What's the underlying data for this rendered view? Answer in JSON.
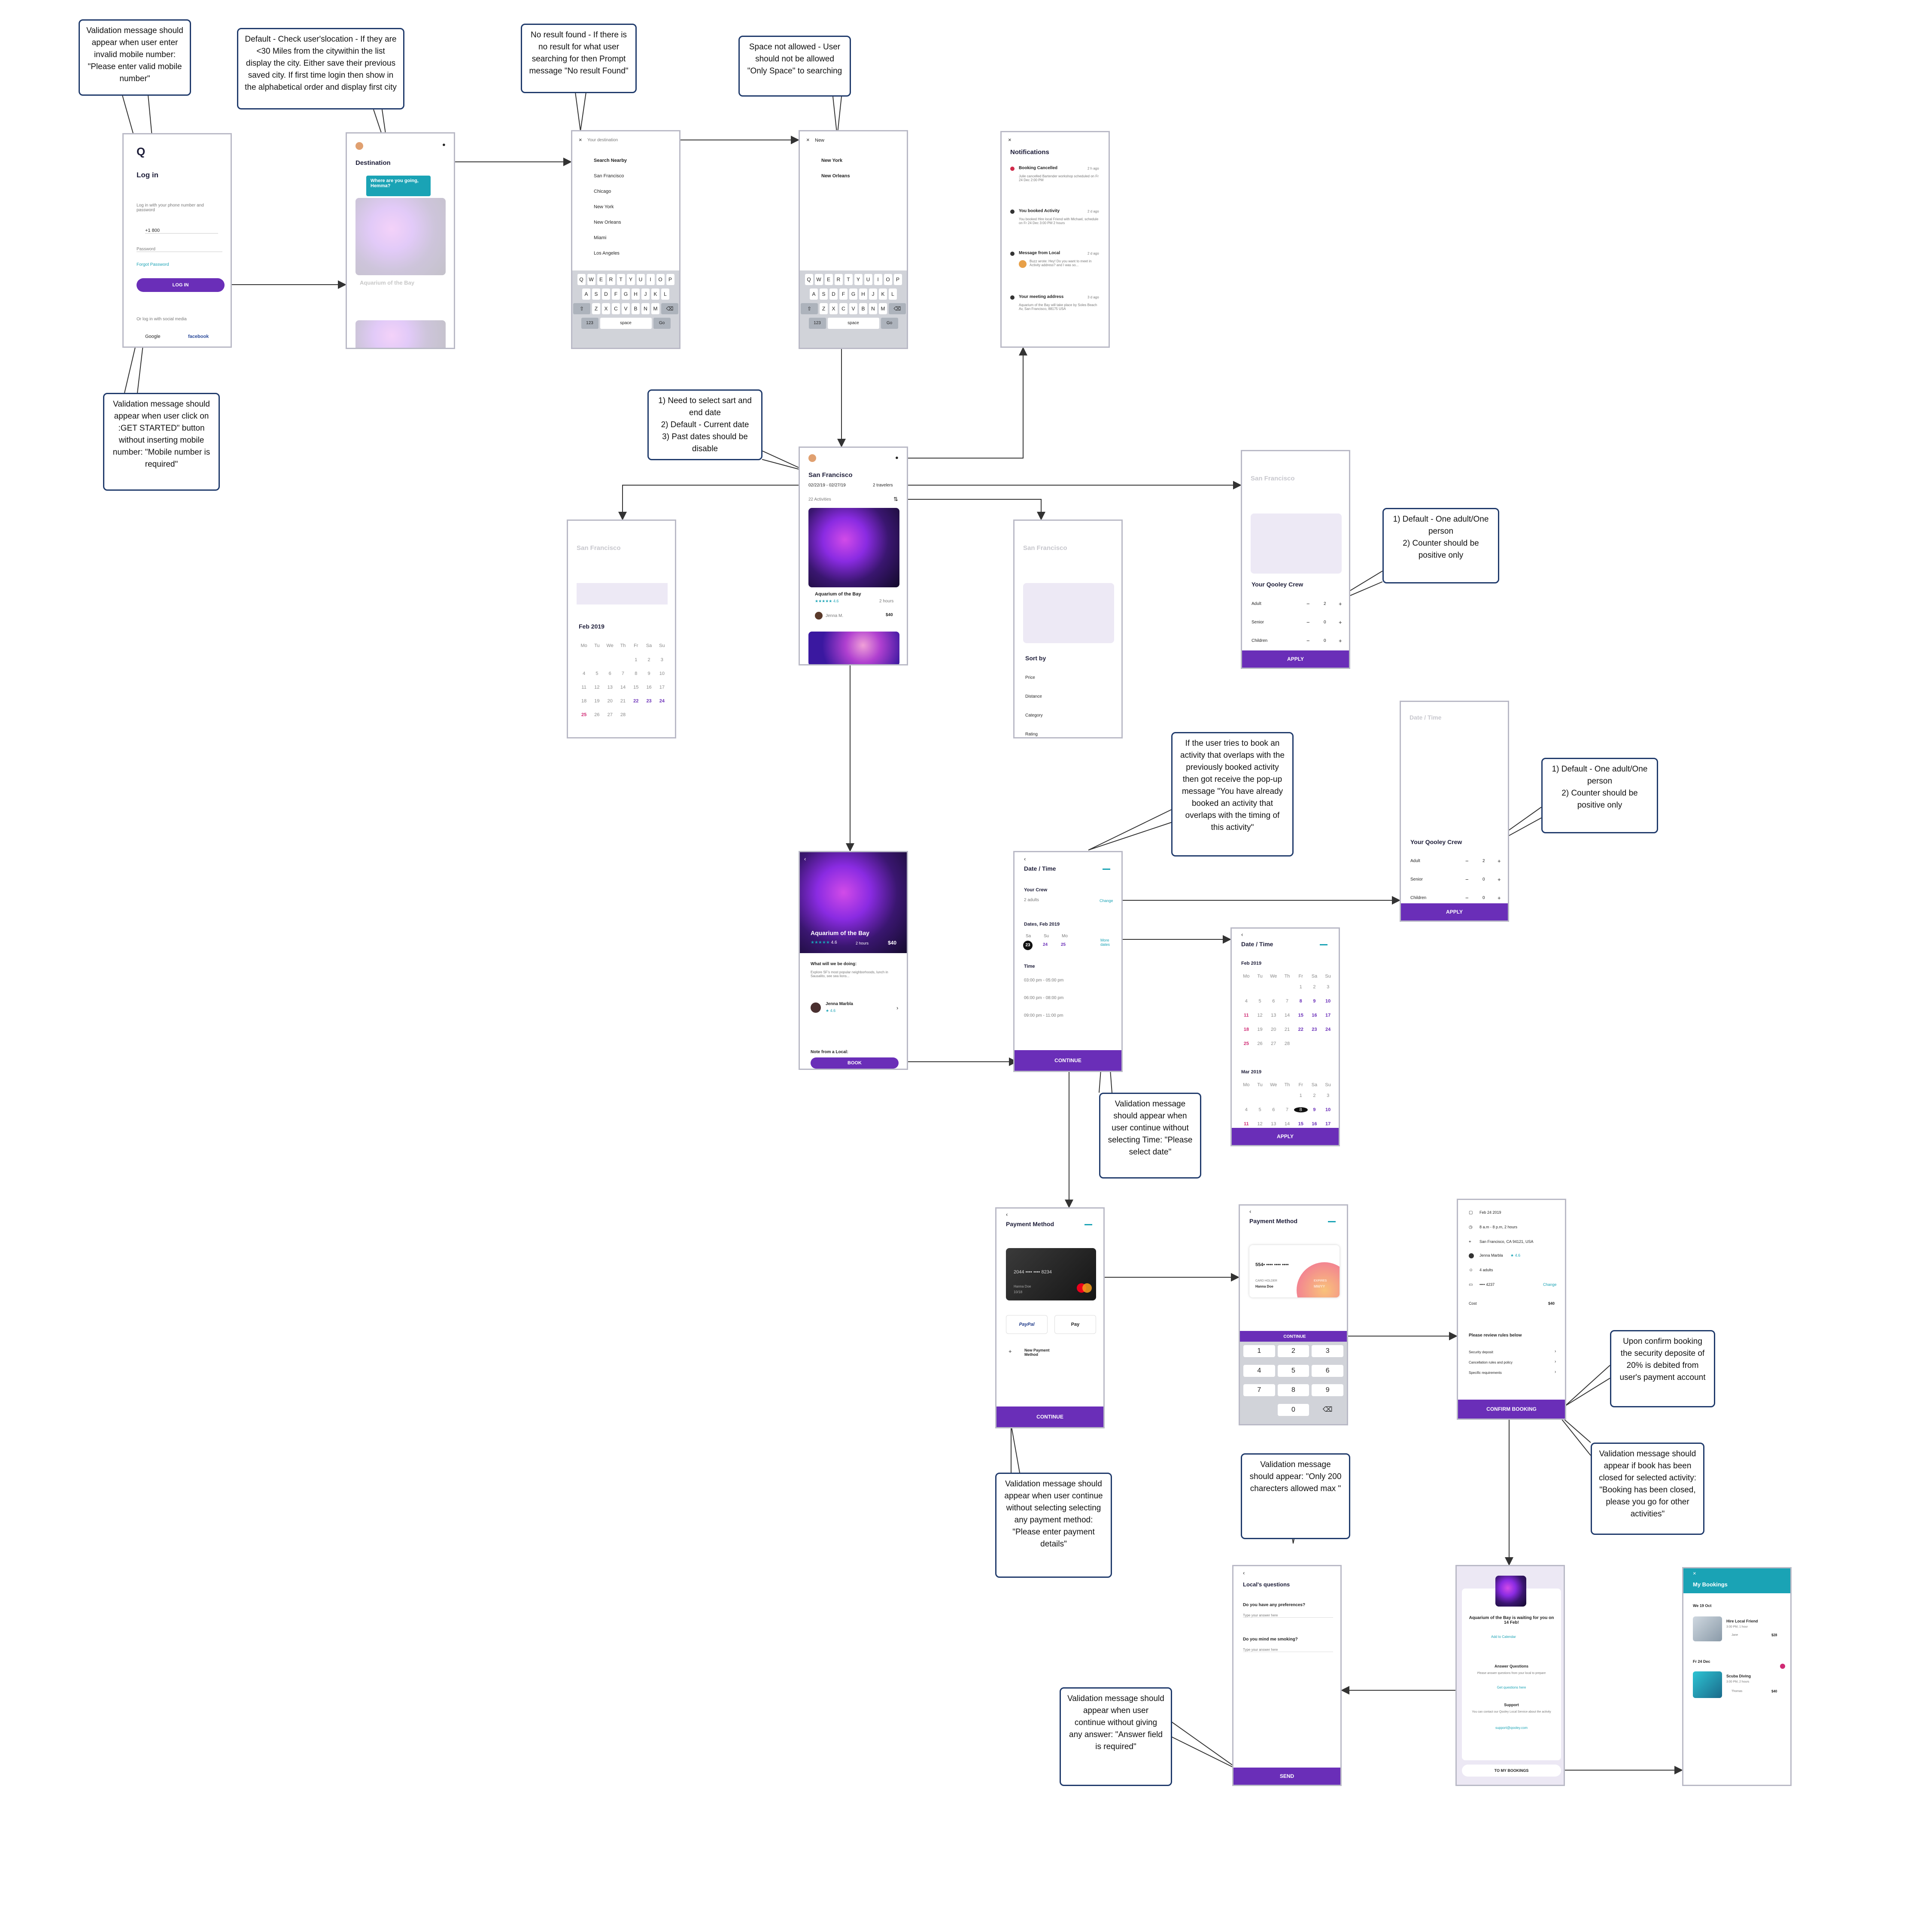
{
  "notes": {
    "n1": "Validation message should appear when user enter invalid mobile number: \"Please enter valid mobile number\"",
    "n2": "Default - Check user'slocation - If they are <30 Miles from the citywithin the list display the city. Either save their previous saved city. If first time login then show in the alphabetical order and display first city",
    "n3": "No result found - If there is no result for what user searching for then Prompt message \"No result Found\"",
    "n4": "Space not allowed - User should not be allowed \"Only Space\" to searching",
    "n5": "Validation message should appear when user click on :GET STARTED\" button without inserting mobile number: \"Mobile number is required\"",
    "n6": "1) Need to select sart and end date\n2)  Default - Current date\n3) Past dates should be disable",
    "n7": "1) Default - One adult/One person\n2) Counter should be positive only",
    "n8": "If the user tries to book an activity that overlaps with the previously booked activity then got receive the pop-up message \"You have already booked an activity that overlaps with the timing of this activity\"",
    "n9": "1) Default - One adult/One person\n2) Counter should be positive only",
    "n10": "Validation message should appear when user continue without selecting Time: \"Please select date\"",
    "n11": "Upon confirm booking the security deposite of 20% is debited from user's payment account",
    "n12": "Validation message should appear if book has been closed for selected activity: \"Booking has been closed, please you go for other activities\"",
    "n13": "Validation message should appear when user continue without selecting selecting any payment method: \"Please enter payment details\"",
    "n14": "Validation message should appear: \"Only 200 charecters allowed max  \"",
    "n15": "Validation message should appear when user continue without giving any answer: \"Answer field is required\""
  },
  "login": {
    "title": "Log in",
    "intro": "Log in with your phone number and password",
    "phone": "+1 800",
    "password": "Password",
    "forgot": "Forgot Password",
    "button": "LOG IN",
    "social": "Or log in with social media",
    "google": "Google",
    "facebook": "facebook"
  },
  "destination": {
    "title": "Destination",
    "tooltip": "Where are you going, Hemma?",
    "card_title": "Aquarium of the Bay"
  },
  "search": {
    "placeholder": "Your destination",
    "items": [
      "Search Nearby",
      "San Francisco",
      "Chicago",
      "New York",
      "New Orleans",
      "Miami",
      "Los Angeles"
    ]
  },
  "search2": {
    "query": "New",
    "items": [
      "New York",
      "New Orleans"
    ]
  },
  "keyboard": {
    "row1": [
      "Q",
      "W",
      "E",
      "R",
      "T",
      "Y",
      "U",
      "I",
      "O",
      "P"
    ],
    "row2": [
      "A",
      "S",
      "D",
      "F",
      "G",
      "H",
      "J",
      "K",
      "L"
    ],
    "row3": [
      "Z",
      "X",
      "C",
      "V",
      "B",
      "N",
      "M"
    ],
    "num": "123",
    "space": "space",
    "go": "Go"
  },
  "notifications": {
    "title": "Notifications",
    "items": [
      {
        "title": "Booking Cancelled",
        "time": "2 h ago",
        "text": "Julie cancelled Bartender workshop scheduled on Fr 24 Dec 2:00 PM",
        "color": "#d02a4a"
      },
      {
        "title": "You booked Activity",
        "time": "2 d ago",
        "text": "You booked Hire local Friend with Michael, schedule on Fr 24 Dec 3:00 PM 2 hours",
        "color": "#333333"
      },
      {
        "title": "Message from Local",
        "time": "2 d ago",
        "text": "Buzz wrote: Hey! Do you want to meet in Activity address? and I was so...",
        "color": "#333333"
      },
      {
        "title": "Your meeting address",
        "time": "3 d ago",
        "text": "Aquarium of the Bay will take place by Soles Beach Av, San Francisco, 88175 USA",
        "color": "#333333"
      }
    ]
  },
  "city": {
    "title": "San Francisco",
    "dates": "02/22/19 - 02/27/19",
    "travelers": "2 travelers",
    "results": "22 Activities",
    "card_title": "Aquarium of the Bay",
    "card_rating": "4.6",
    "card_duration": "2 hours",
    "card_host": "Jenna M.",
    "card_price": "$40"
  },
  "calendar_overlay": {
    "faded_title": "San Francisco",
    "month": "Feb 2019",
    "weekdays": [
      "Mo",
      "Tu",
      "We",
      "Th",
      "Fr",
      "Sa",
      "Su"
    ],
    "days": [
      "",
      "",
      "",
      "",
      "1",
      "2",
      "3",
      "4",
      "5",
      "6",
      "7",
      "8",
      "9",
      "10",
      "11",
      "12",
      "13",
      "14",
      "15",
      "16",
      "17",
      "18",
      "19",
      "20",
      "21",
      "22",
      "23",
      "24",
      "25",
      "26",
      "27",
      "28",
      "",
      "",
      ""
    ]
  },
  "sort": {
    "faded_title": "San Francisco",
    "title": "Sort by",
    "options": [
      "Price",
      "Distance",
      "Category",
      "Rating"
    ]
  },
  "crew": {
    "faded_title": "San Francisco",
    "title": "Your Qooley Crew",
    "rows": [
      {
        "label": "Adult",
        "value": "2"
      },
      {
        "label": "Senior",
        "value": "0"
      },
      {
        "label": "Children",
        "value": "0"
      }
    ],
    "apply": "APPLY"
  },
  "crew2": {
    "faded_title": "Date / Time",
    "title": "Your Qooley Crew",
    "rows": [
      {
        "label": "Adult",
        "value": "2"
      },
      {
        "label": "Senior",
        "value": "0"
      },
      {
        "label": "Children",
        "value": "0"
      }
    ],
    "apply": "APPLY"
  },
  "activity": {
    "title": "Aquarium of the Bay",
    "rating": "4.6",
    "duration": "2 hours",
    "price": "$40",
    "section": "What will we be doing:",
    "desc": "Explore SF's most popular neighborhoods, lunch in Sausalito, see sea lions...",
    "host": "Jenna Marbla",
    "host_rating": "4.6",
    "local_note": "Note from a Local:",
    "book": "BOOK"
  },
  "datetime": {
    "title": "Date / Time",
    "crew_label": "Your Crew",
    "crew_value": "2 adults",
    "change": "Change",
    "dates_label": "Dates, Feb 2019",
    "day_names": [
      "Sa",
      "Su",
      "Mo"
    ],
    "day_nums": [
      "23",
      "24",
      "25"
    ],
    "more": "More dates",
    "time_label": "Time",
    "times": [
      "03:00 pm - 05:00 pm",
      "06:00 pm - 08:00 pm",
      "09:00 pm - 11:00 pm"
    ],
    "continue": "CONTINUE"
  },
  "datetime2": {
    "title": "Date / Time",
    "month1": "Feb 2019",
    "month2": "Mar 2019",
    "weekdays": [
      "Mo",
      "Tu",
      "We",
      "Th",
      "Fr",
      "Sa",
      "Su"
    ],
    "feb": [
      "",
      "",
      "",
      "",
      "1",
      "2",
      "3",
      "4",
      "5",
      "6",
      "7",
      "8",
      "9",
      "10",
      "11",
      "12",
      "13",
      "14",
      "15",
      "16",
      "17",
      "18",
      "19",
      "20",
      "21",
      "22",
      "23",
      "24",
      "25",
      "26",
      "27",
      "28",
      "",
      "",
      ""
    ],
    "mar": [
      "",
      "",
      "",
      "",
      "1",
      "2",
      "3",
      "4",
      "5",
      "6",
      "7",
      "8",
      "9",
      "10",
      "11",
      "12",
      "13",
      "14",
      "15",
      "16",
      "17"
    ],
    "apply": "APPLY"
  },
  "payment": {
    "title": "Payment Method",
    "card_number": "2044  ••••  ••••  8234",
    "card_holder": "Hanna Doe",
    "expiry": "10/18",
    "paypal": "PayPal",
    "applepay": "Pay",
    "new_method": "New Payment Method",
    "continue": "CONTINUE"
  },
  "payment2": {
    "title": "Payment Method",
    "card_number": "554•  ••••  ••••  ••••",
    "card_holder_label": "CARD HOLDER",
    "card_holder": "Hanna Doe",
    "expires_label": "EXPIRES",
    "expiry": "MM/YY",
    "continue": "CONTINUE",
    "keys": [
      "1",
      "2",
      "3",
      "4",
      "5",
      "6",
      "7",
      "8",
      "9",
      "",
      "0",
      "⌫"
    ]
  },
  "review": {
    "rows": [
      "Feb 24 2019",
      "8 a.m - 8 p.m, 2 hours",
      "San Francisco, CA 94121, USA",
      "Jenna Marbla",
      "4 adults",
      "•••• 4237"
    ],
    "host_rating": "4.6",
    "change": "Change",
    "cost_label": "Cost",
    "cost": "$40",
    "rules_title": "Please review rules below",
    "rules": [
      "Security deposit",
      "Cancellation rules and policy",
      "Specific requirements"
    ],
    "confirm": "CONFIRM BOOKING"
  },
  "questions": {
    "title": "Local's questions",
    "q1": "Do you have any preferences?",
    "q2": "Do you mind me smoking?",
    "placeholder": "Type your answer here",
    "send": "SEND"
  },
  "success": {
    "title": "Aquarium of the Bay is waiting for you on 14 Feb!",
    "add_cal": "Add to Calendar",
    "answer_title": "Answer Questions",
    "answer_text": "Please answer questions from your local to prepare",
    "answer_link": "Get questions here",
    "support_title": "Support",
    "support_text": "You can contact our Qooley Local Service about the activity",
    "support_email": "support@qooley.com",
    "button": "TO MY BOOKINGS"
  },
  "bookings": {
    "title": "My Bookings",
    "groups": [
      {
        "date": "We 19 Oct",
        "title": "Hire Local Friend",
        "time": "3:00 PM, 1 hour",
        "host": "Jane",
        "price": "$28"
      },
      {
        "date": "Fr 24 Dec",
        "title": "Scuba Diving",
        "time": "3:00 PM, 2 hours",
        "host": "Thomas",
        "price": "$40"
      }
    ]
  },
  "colors": {
    "accent": "#6a2eb8",
    "teal": "#1aa3b5",
    "note_border": "#1f3a6b"
  }
}
